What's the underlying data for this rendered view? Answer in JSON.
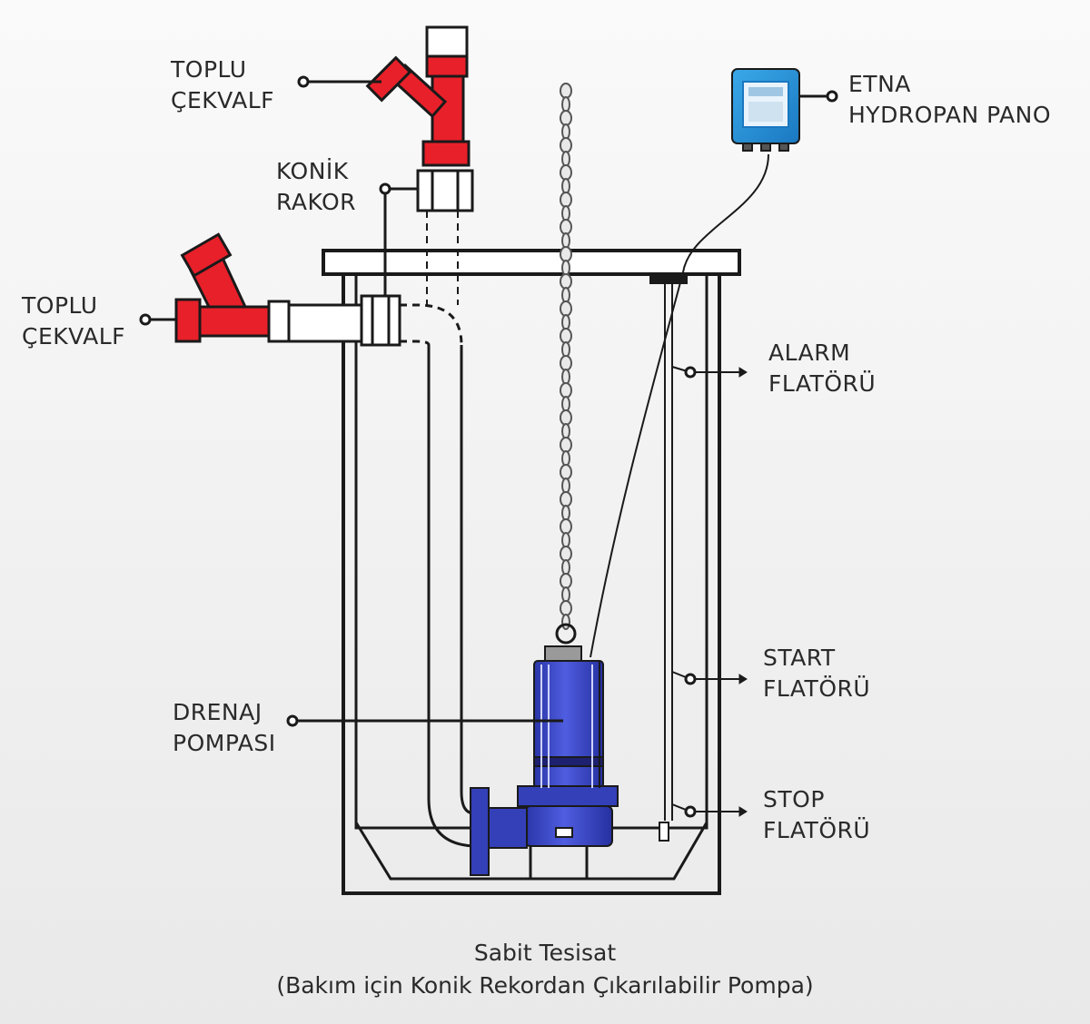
{
  "labels": {
    "top_check_valve": {
      "line1": "TOPLU",
      "line2": "ÇEKVALF"
    },
    "konik_rakor": {
      "line1": "KONİK",
      "line2": "RAKOR"
    },
    "side_check_valve": {
      "line1": "TOPLU",
      "line2": "ÇEKVALF"
    },
    "control_panel": {
      "line1": "ETNA",
      "line2": "HYDROPAN PANO"
    },
    "alarm_float": {
      "line1": "ALARM",
      "line2": "FLATÖRÜ"
    },
    "drain_pump": {
      "line1": "DRENAJ",
      "line2": "POMPASI"
    },
    "start_float": {
      "line1": "START",
      "line2": "FLATÖRÜ"
    },
    "stop_float": {
      "line1": "STOP",
      "line2": "FLATÖRÜ"
    }
  },
  "caption": {
    "title": "Sabit Tesisat",
    "subtitle": "(Bakım için Konik Rekordan Çıkarılabilir Pompa)"
  },
  "colors": {
    "valve_red": "#e8202a",
    "pump_blue": "#3a47c9",
    "panel_blue": "#1f8fd6",
    "line": "#1a1a1a"
  }
}
